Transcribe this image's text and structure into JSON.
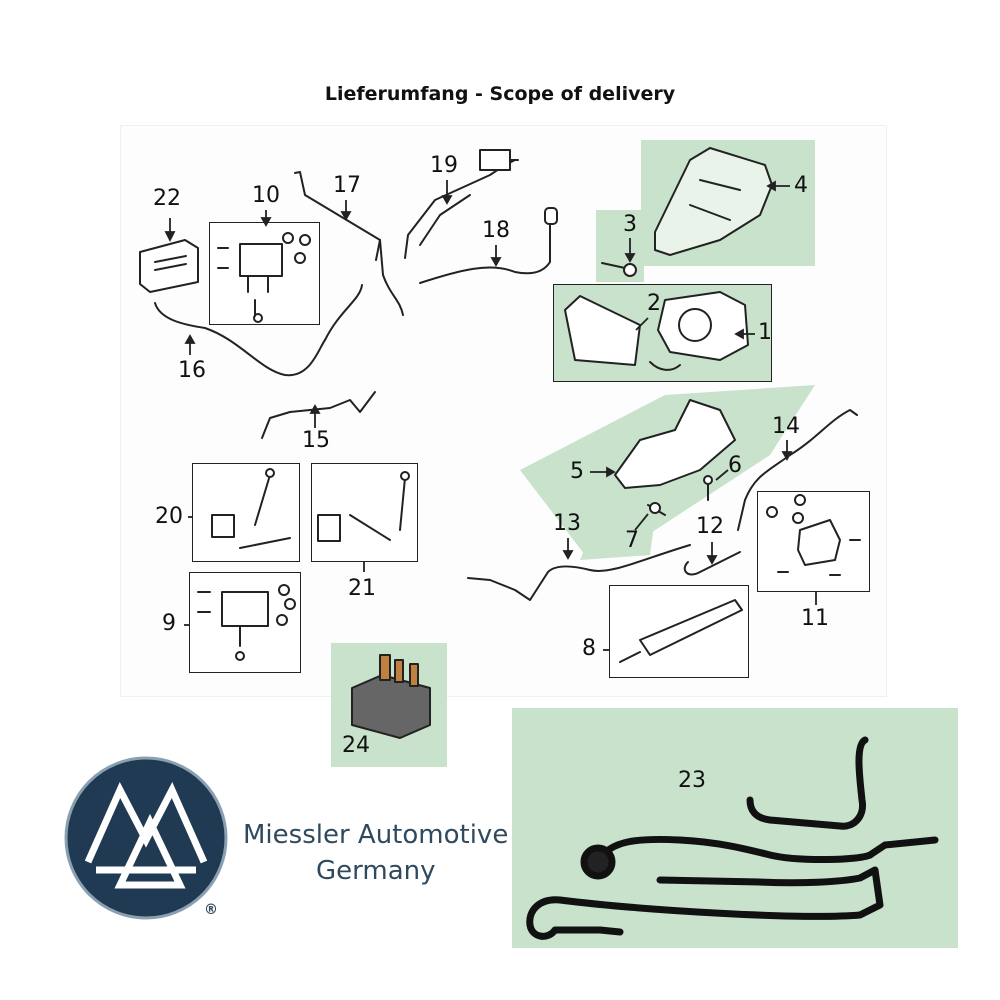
{
  "title": "Lieferumfang  -  Scope of delivery",
  "callouts": {
    "c1": "1",
    "c2": "2",
    "c3": "3",
    "c4": "4",
    "c5": "5",
    "c6": "6",
    "c7": "7",
    "c8": "8",
    "c9": "9",
    "c10": "10",
    "c11": "11",
    "c12": "12",
    "c13": "13",
    "c14": "14",
    "c15": "15",
    "c16": "16",
    "c17": "17",
    "c18": "18",
    "c19": "19",
    "c20": "20",
    "c21": "21",
    "c22": "22",
    "c23": "23",
    "c24": "24"
  },
  "brand": {
    "line1": "Miessler Automotive",
    "line2": "Germany",
    "registered": "®"
  },
  "colors": {
    "highlight_green": "#c8e2cc",
    "logo_navy": "#1f3a52",
    "brand_text": "#2f4a5e"
  }
}
